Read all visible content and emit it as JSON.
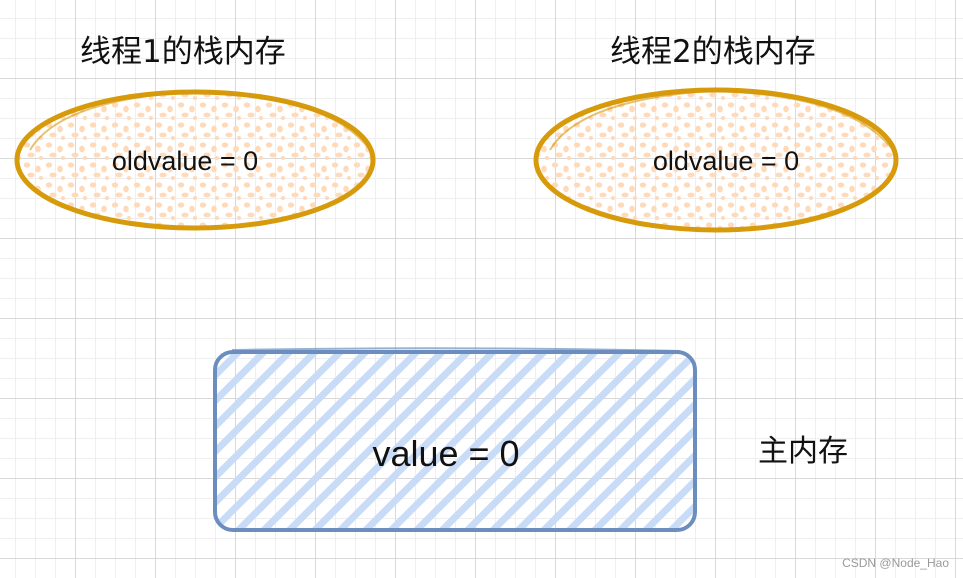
{
  "stacks": [
    {
      "title": "线程1的栈内存",
      "content": "oldvalue = 0"
    },
    {
      "title": "线程2的栈内存",
      "content": "oldvalue = 0"
    }
  ],
  "main_memory": {
    "title": "主内存",
    "content": "value = 0"
  },
  "watermark": "CSDN @Node_Hao",
  "colors": {
    "stack_stroke": "#d69a0b",
    "stack_dots": "#ffd9b8",
    "memory_stroke": "#6c8ebf",
    "memory_hatch": "#c9dcf7",
    "text": "#111111"
  }
}
